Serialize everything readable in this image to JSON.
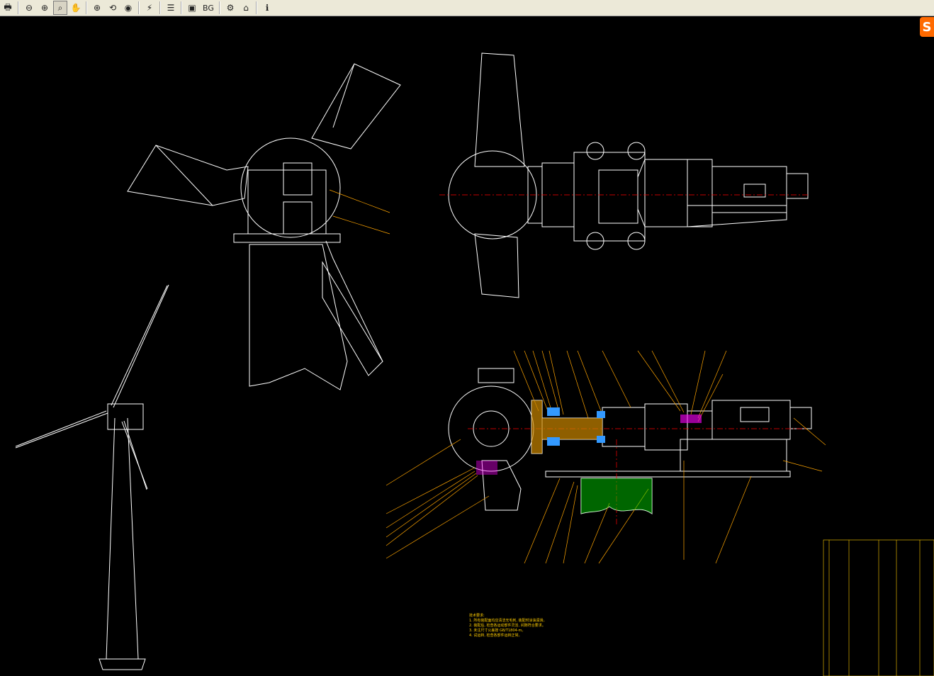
{
  "toolbar": {
    "buttons": [
      {
        "icon": "print-icon",
        "glyph": "🖶"
      },
      {
        "icon": "zoom-out-icon",
        "glyph": "⊖"
      },
      {
        "icon": "zoom-in-icon",
        "glyph": "⊕"
      },
      {
        "icon": "zoom-window-icon",
        "glyph": "⌕"
      },
      {
        "icon": "pan-icon",
        "glyph": "✋"
      },
      {
        "icon": "zoom-realtime-icon",
        "glyph": "⊕"
      },
      {
        "icon": "zoom-previous-icon",
        "glyph": "⟲"
      },
      {
        "icon": "view-icon",
        "glyph": "◉"
      },
      {
        "icon": "regen-icon",
        "glyph": "⚡"
      },
      {
        "icon": "layers-icon",
        "glyph": "☰"
      },
      {
        "icon": "display-icon",
        "glyph": "▣"
      },
      {
        "icon": "bg-button",
        "label": "BG"
      },
      {
        "icon": "settings-icon",
        "glyph": "⚙"
      },
      {
        "icon": "home-icon",
        "glyph": "⌂"
      },
      {
        "icon": "info-icon",
        "glyph": "ℹ"
      }
    ]
  },
  "badge": "S",
  "notes": {
    "heading": "技术要求:",
    "lines": [
      "1. 所有装配面均应清洁无毛刺, 装配时涂油润滑。",
      "2. 装配后, 检查各运动部件灵活, 间隙符合要求。",
      "3. 未注尺寸公差按 GB/T1804-m。",
      "4. 试运转, 检查各部件运转正常。"
    ]
  },
  "colors": {
    "background": "#000000",
    "line": "#ffffff",
    "leader": "#ffa500",
    "centerline": "#ff0000",
    "accent_yellow": "#ffcc00",
    "magenta": "#ff00ff",
    "green": "#00cc00"
  }
}
